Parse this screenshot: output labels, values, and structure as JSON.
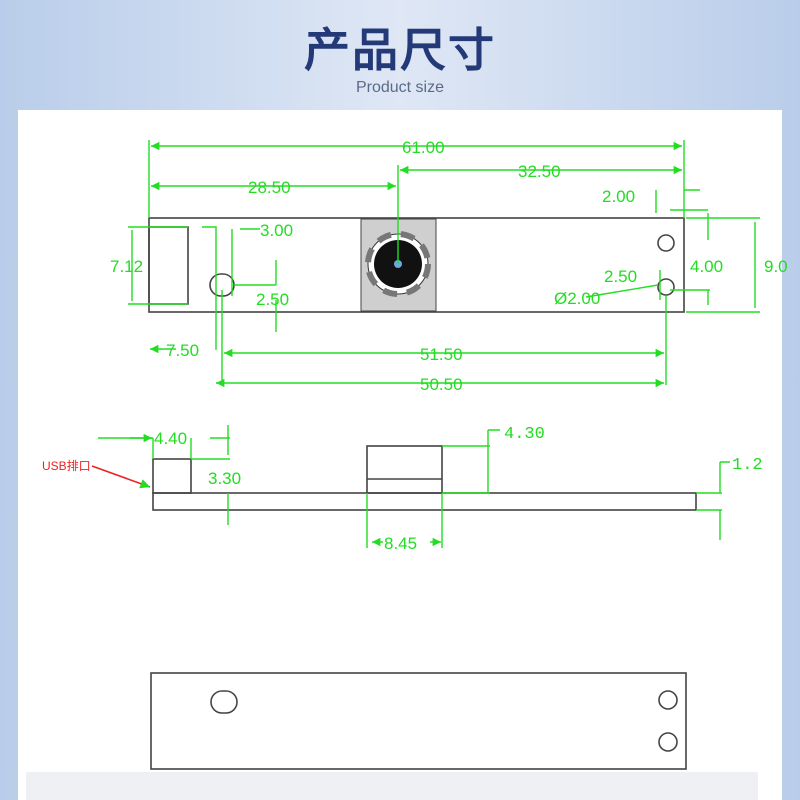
{
  "header": {
    "title": "产品尺寸",
    "subtitle": "Product size"
  },
  "top_view": {
    "overall_length": "61.00",
    "lens_to_right": "32.50",
    "left_to_lens": "28.50",
    "hole_top_offset": "2.00",
    "slot_offset": "3.00",
    "usb_height": "7.12",
    "slot_height": "2.50",
    "hole_spacing": "2.50",
    "hole_span": "4.00",
    "board_height": "9.0",
    "hole_diameter": "Ø2.00",
    "usb_to_slot": "7.50",
    "slot_to_hole": "51.50",
    "slot_left_to_hole": "50.50"
  },
  "side_view": {
    "usb_label": "USB排口",
    "usb_width": "4.40",
    "usb_height": "3.30",
    "lens_height": "4.30",
    "lens_width": "8.45",
    "board_thickness": "1.2"
  },
  "colors": {
    "dimension": "#22dd22",
    "title": "#243a78",
    "usb_label": "#ee2222"
  }
}
